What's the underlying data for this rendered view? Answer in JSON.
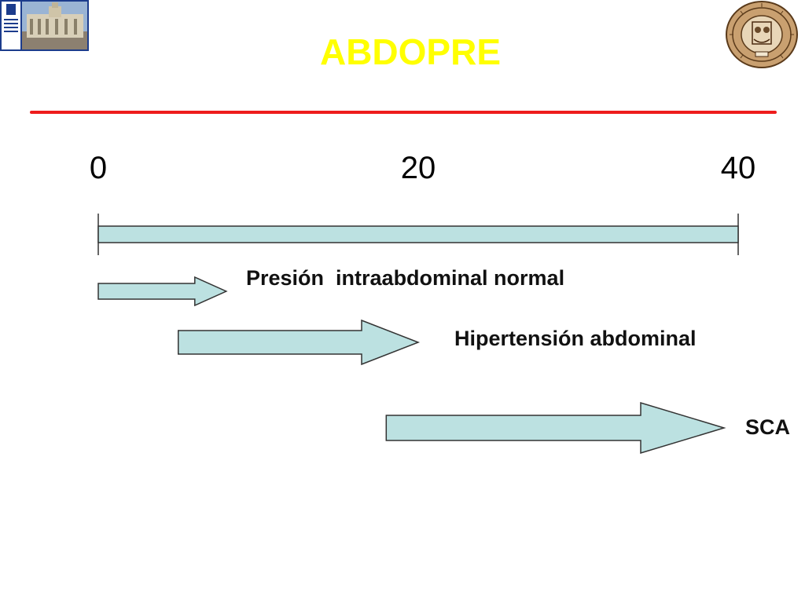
{
  "slide": {
    "title": "ABDOPRE"
  },
  "colors": {
    "title": "#FFFF00",
    "divider": "#EE1C1C",
    "bar_fill": "#BCE1E1",
    "outline": "#333333"
  },
  "scale": {
    "ticks": [
      "0",
      "20",
      "40"
    ],
    "range": [
      0,
      40
    ]
  },
  "phases": [
    {
      "label": "Presión  intraabdominal normal",
      "start": 0,
      "end": 8
    },
    {
      "label": "Hipertensión abdominal",
      "start": 5,
      "end": 20
    },
    {
      "label": "SCA",
      "start": 18,
      "end": 40
    }
  ],
  "logos": {
    "left": "university-building-logo",
    "right": "faculty-medicine-seal-logo"
  }
}
